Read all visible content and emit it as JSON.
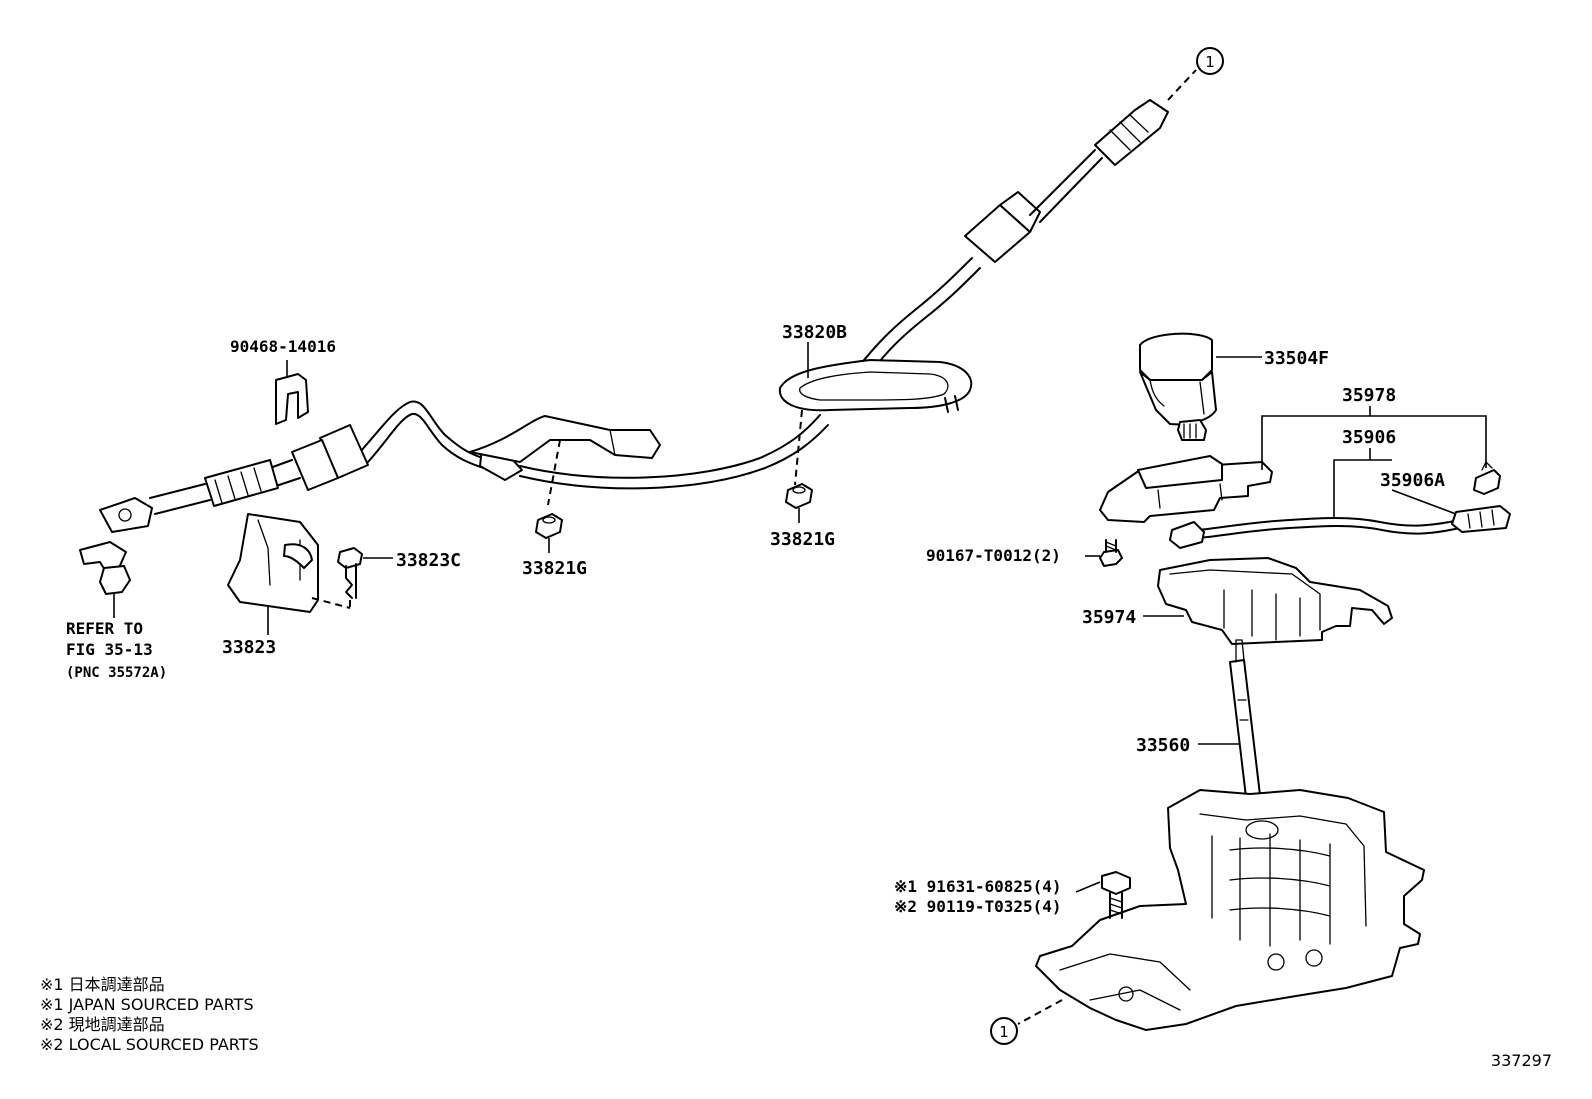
{
  "labels": {
    "p_90468": "90468-14016",
    "p_33823": "33823",
    "p_33823c": "33823C",
    "p_33821g_a": "33821G",
    "p_33821g_b": "33821G",
    "p_33820b": "33820B",
    "p_33504f": "33504F",
    "p_35978": "35978",
    "p_35906": "35906",
    "p_35906a": "35906A",
    "p_90167": "90167-T0012(2)",
    "p_35974": "35974",
    "p_33560": "33560",
    "p_91631": "※1 91631-60825(4)",
    "p_90119": "※2 90119-T0325(4)"
  },
  "refer": {
    "line1": "REFER TO",
    "line2": "FIG 35-13",
    "line3": "(PNC 35572A)"
  },
  "connector_mark": "1",
  "notes": [
    "※1  日本調達部品",
    "※1  JAPAN SOURCED PARTS",
    "※2  現地調達部品",
    "※2  LOCAL SOURCED PARTS"
  ],
  "illustration_number": "337297"
}
